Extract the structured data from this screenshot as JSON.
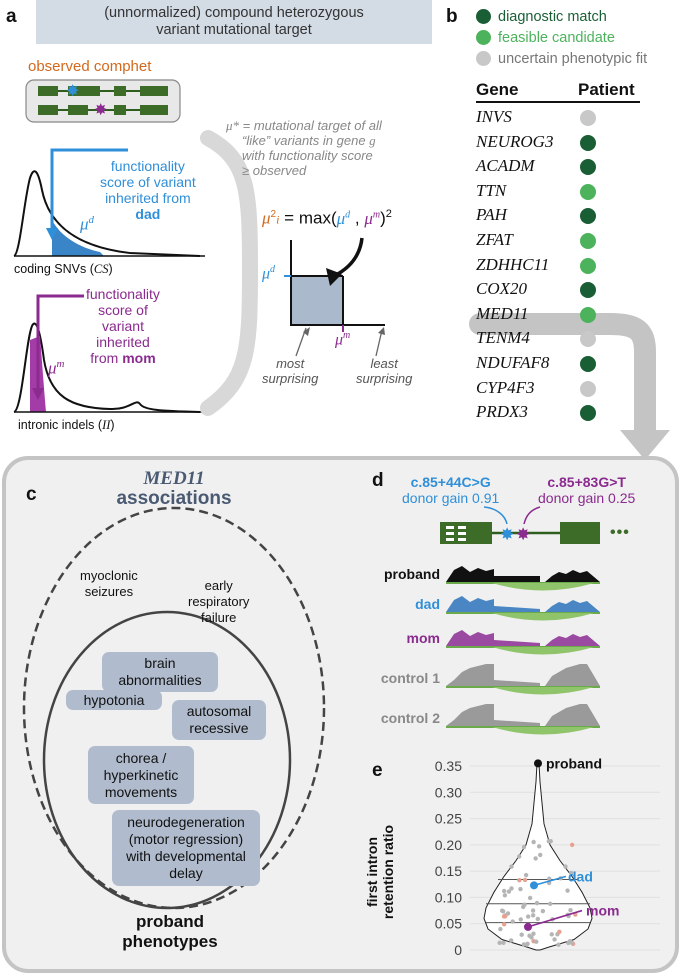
{
  "panel_a": {
    "letter": "a",
    "title_line1": "(unnormalized) compound heterozygous",
    "title_line2": "variant mutational target",
    "observed_comphet": "observed comphet",
    "mu_star_def_line1": "μ* = mutational target of all",
    "mu_star_def_line2": "“like” variants in gene g",
    "mu_star_def_line3": "with functionality score",
    "mu_star_def_line4": "≥ observed",
    "dad_annot_line1": "functionality",
    "dad_annot_line2": "score of variant",
    "dad_annot_line3": "inherited from",
    "dad_annot_line4": "dad",
    "mu_d": "μd",
    "cs_label": "coding SNVs (CS)",
    "mom_annot_line1": "functionality",
    "mom_annot_line2": "score of",
    "mom_annot_line3": "variant",
    "mom_annot_line4": "inherited",
    "mom_annot_line5": "from mom",
    "mu_m": "μm",
    "ii_label": "intronic indels (II)",
    "formula": "μ²i = max(μd , μm)²",
    "most_surprising_1": "most",
    "most_surprising_2": "surprising",
    "least_surprising_1": "least",
    "least_surprising_2": "surprising"
  },
  "panel_b": {
    "letter": "b",
    "legend": [
      {
        "label": "diagnostic match",
        "color": "#1a5e35"
      },
      {
        "label": "feasible candidate",
        "color": "#4cb35c"
      },
      {
        "label": "uncertain phenotypic fit",
        "color": "#c8c8c8"
      }
    ],
    "header_gene": "Gene",
    "header_patient": "Patient",
    "rows": [
      {
        "gene": "INVS",
        "color": "#c8c8c8"
      },
      {
        "gene": "NEUROG3",
        "color": "#1a5e35"
      },
      {
        "gene": "ACADM",
        "color": "#1a5e35"
      },
      {
        "gene": "TTN",
        "color": "#4cb35c"
      },
      {
        "gene": "PAH",
        "color": "#1a5e35"
      },
      {
        "gene": "ZFAT",
        "color": "#4cb35c"
      },
      {
        "gene": "ZDHHC11",
        "color": "#4cb35c"
      },
      {
        "gene": "COX20",
        "color": "#1a5e35"
      },
      {
        "gene": "MED11",
        "color": "#4cb35c"
      },
      {
        "gene": "TENM4",
        "color": "#c8c8c8"
      },
      {
        "gene": "NDUFAF8",
        "color": "#1a5e35"
      },
      {
        "gene": "CYP4F3",
        "color": "#c8c8c8"
      },
      {
        "gene": "PRDX3",
        "color": "#1a5e35"
      }
    ]
  },
  "panel_c": {
    "letter": "c",
    "title_gene": "MED11",
    "title_assoc": "associations",
    "outer_only": [
      "myoclonic seizures",
      "early respiratory failure"
    ],
    "seizures_1": "myoclonic",
    "seizures_2": "seizures",
    "resp_1": "early",
    "resp_2": "respiratory",
    "resp_3": "failure",
    "boxes": {
      "brain_1": "brain",
      "brain_2": "abnormalities",
      "hypotonia": "hypotonia",
      "auto_1": "autosomal",
      "auto_2": "recessive",
      "chorea_1": "chorea /",
      "chorea_2": "hyperkinetic",
      "chorea_3": "movements",
      "neuro_1": "neurodegeneration",
      "neuro_2": "(motor regression)",
      "neuro_3": "with developmental",
      "neuro_4": "delay"
    },
    "proband_1": "proband",
    "proband_2": "phenotypes"
  },
  "panel_d": {
    "letter": "d",
    "variant1_name": "c.85+44C>G",
    "variant1_gain": "donor gain 0.91",
    "variant2_name": "c.85+83G>T",
    "variant2_gain": "donor gain 0.25",
    "ellipsis": "•••",
    "tracks": [
      {
        "label": "proband",
        "color": "#111111"
      },
      {
        "label": "dad",
        "color": "#2f8fd8"
      },
      {
        "label": "mom",
        "color": "#8b2a8f"
      },
      {
        "label": "control 1",
        "color": "#9a9a9a"
      },
      {
        "label": "control 2",
        "color": "#9a9a9a"
      }
    ]
  },
  "panel_e": {
    "letter": "e",
    "ylabel_1": "first intron",
    "ylabel_2": "retention ratio",
    "chart_data": {
      "type": "scatter",
      "title": "",
      "ylabel": "first intron retention ratio",
      "ylim": [
        0,
        0.35
      ],
      "yticks": [
        "0.35",
        "0.30",
        "0.25",
        "0.20",
        "0.15",
        "0.10",
        "0.05",
        "0"
      ],
      "highlighted": [
        {
          "name": "proband",
          "y": 0.355,
          "color": "#111111"
        },
        {
          "name": "dad",
          "y": 0.123,
          "color": "#2f8fd8"
        },
        {
          "name": "mom",
          "y": 0.044,
          "color": "#8b2a8f"
        }
      ]
    }
  }
}
